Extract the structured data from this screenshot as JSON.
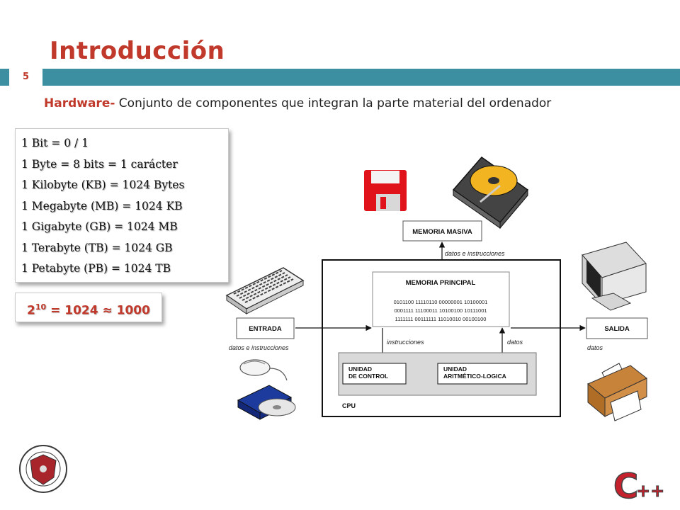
{
  "title": "Introducción",
  "page_number": "5",
  "definition": {
    "term": "Hardware-",
    "text": " Conjunto de componentes que integran la parte material del ordenador"
  },
  "units": [
    "1 Bit = 0 / 1",
    "1 Byte = 8 bits = 1 carácter",
    "1 Kilobyte (KB) = 1024 Bytes",
    "1 Megabyte (MB) = 1024 KB",
    "1 Gigabyte (GB) = 1024 MB",
    "1 Terabyte (TB) = 1024 GB",
    "1 Petabyte (PB) = 1024 TB"
  ],
  "power": {
    "base": "2",
    "exponent": "10",
    "rest": " = 1024 ≈ 1000"
  },
  "diagram": {
    "memoria_masiva": "MEMORIA MASIVA",
    "datos_instrucciones_top": "datos e instrucciones",
    "memoria_principal": "MEMORIA PRINCIPAL",
    "bits": [
      "0101100 11110110 00000001 10100001",
      "0001111 11100011 10100100 10111001",
      "1111111 00111111 11010010 00100100"
    ],
    "entrada": "ENTRADA",
    "salida": "SALIDA",
    "instrucciones": "instrucciones",
    "datos_inner": "datos",
    "datos_instrucciones_left": "datos e instrucciones",
    "datos_right": "datos",
    "unidad_control": [
      "UNIDAD",
      "DE CONTROL"
    ],
    "unidad_alu": [
      "UNIDAD",
      "ARITMÉTICO-LOGICA"
    ],
    "cpu": "CPU"
  },
  "logo_text": "C++",
  "colors": {
    "accent": "#c0392b",
    "bar": "#3c8fa1"
  }
}
